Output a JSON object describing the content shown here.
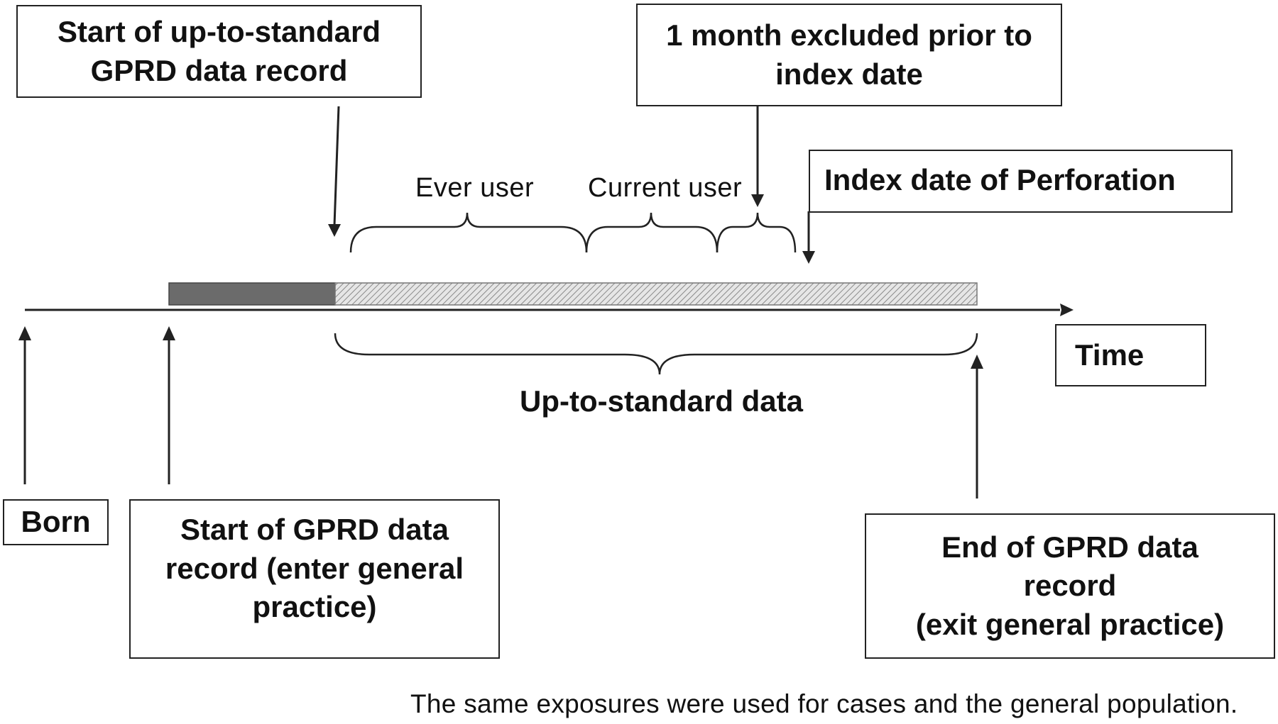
{
  "boxes": {
    "start_up_to_standard": "Start of up-to-standard\nGPRD data record",
    "one_month_excluded": "1 month excluded prior to\nindex date",
    "index_date": "Index date of Perforation",
    "time": "Time",
    "born": "Born",
    "start_gprd": "Start of GPRD data\nrecord (enter general\npractice)",
    "end_gprd": "End of GPRD data\nrecord\n(exit general  practice)"
  },
  "labels": {
    "ever_user": "Ever user",
    "current_user": "Current user",
    "up_to_standard_data": "Up-to-standard data"
  },
  "footnote": "The same exposures were used for cases and the general population.",
  "colors": {
    "line": "#222222",
    "pre_standard_bar": "#6b6b6b",
    "hatched_bar": "#c9c9c9"
  }
}
